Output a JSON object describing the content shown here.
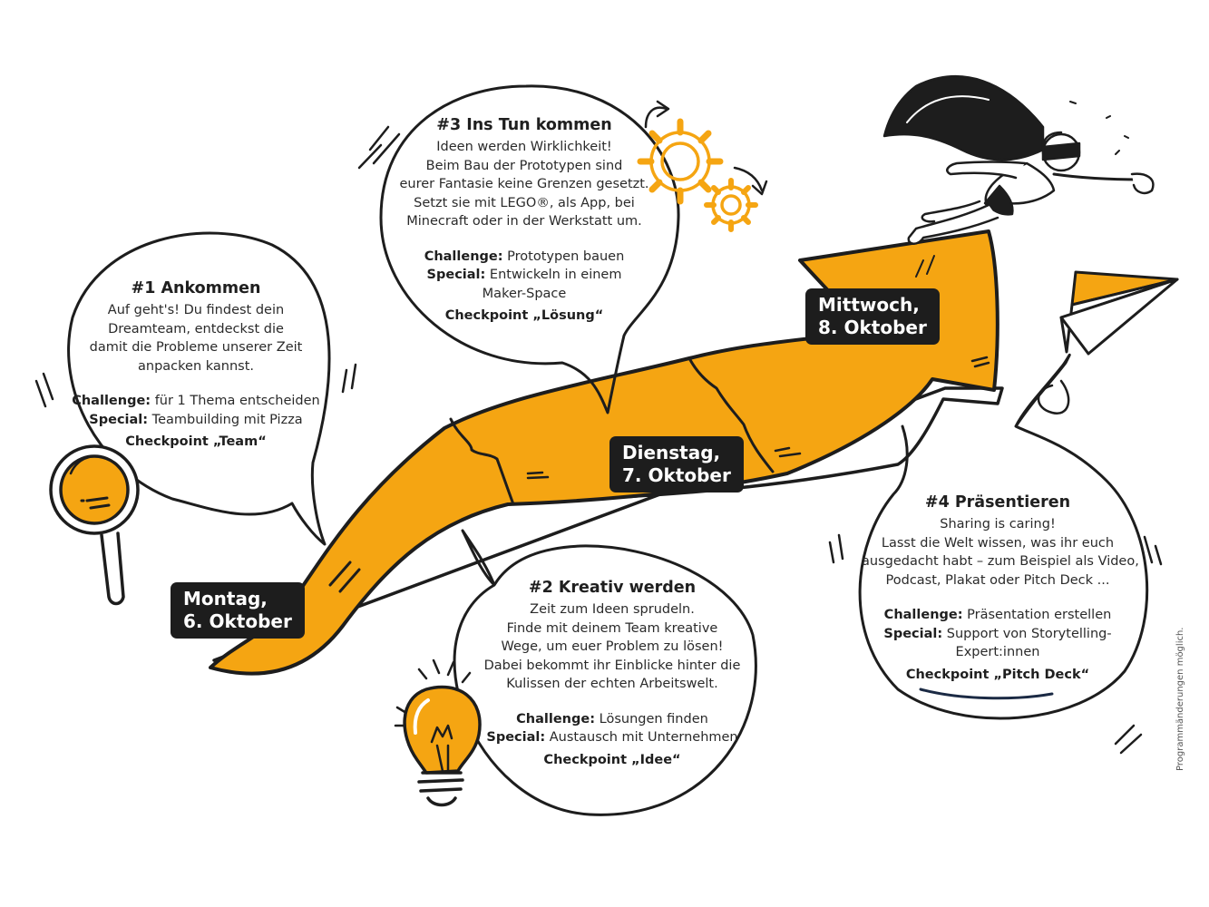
{
  "days": [
    {
      "id": "montag",
      "line1": "Montag,",
      "line2": "6. Oktober"
    },
    {
      "id": "dienstag",
      "line1": "Dienstag,",
      "line2": "7. Oktober"
    },
    {
      "id": "mittwoch",
      "line1": "Mittwoch,",
      "line2": "8. Oktober"
    }
  ],
  "steps": [
    {
      "title": "#1 Ankommen",
      "lines": [
        "Auf geht's! Du findest dein",
        "Dreamteam, entdeckst die",
        "damit die Probleme unserer Zeit",
        "anpacken kannst."
      ],
      "challenge_label": "Challenge:",
      "challenge": "für 1 Thema entscheiden",
      "special_label": "Special:",
      "special": "Teambuilding mit Pizza",
      "checkpoint": "Checkpoint „Team“"
    },
    {
      "title": "#2 Kreativ werden",
      "lines": [
        "Zeit zum Ideen sprudeln.",
        "Finde mit deinem Team kreative",
        "Wege, um euer Problem zu lösen!",
        "Dabei bekommt ihr Einblicke hinter die",
        "Kulissen der echten Arbeitswelt."
      ],
      "challenge_label": "Challenge:",
      "challenge": "Lösungen finden",
      "special_label": "Special:",
      "special": "Austausch mit Unternehmen",
      "checkpoint": "Checkpoint „Idee“"
    },
    {
      "title": "#3 Ins Tun kommen",
      "lines": [
        "Ideen werden Wirklichkeit!",
        "Beim Bau der Prototypen sind",
        "eurer Fantasie keine Grenzen gesetzt.",
        "Setzt sie mit LEGO®, als App, bei",
        "Minecraft oder in der Werkstatt um."
      ],
      "challenge_label": "Challenge:",
      "challenge": "Prototypen bauen",
      "special_label": "Special:",
      "special": "Entwickeln in einem",
      "special_cont": "Maker-Space",
      "checkpoint": "Checkpoint „Lösung“"
    },
    {
      "title": "#4 Präsentieren",
      "lines": [
        "Sharing is caring!",
        "Lasst die Welt wissen, was ihr euch",
        "ausgedacht habt – zum Beispiel als Video,",
        "Podcast, Plakat oder Pitch Deck ..."
      ],
      "challenge_label": "Challenge:",
      "challenge": "Präsentation erstellen",
      "special_label": "Special:",
      "special": "Support von Storytelling-",
      "special_cont": "Expert:innen",
      "checkpoint": "Checkpoint „Pitch Deck“"
    }
  ],
  "footnote": "Programmänderungen möglich.",
  "colors": {
    "accent": "#F5A512",
    "ink": "#1d1d1d",
    "paper": "#ffffff"
  },
  "icons": [
    "magnifier-icon",
    "lightbulb-icon",
    "gears-icon",
    "paper-plane-icon",
    "superhero-illustration"
  ]
}
